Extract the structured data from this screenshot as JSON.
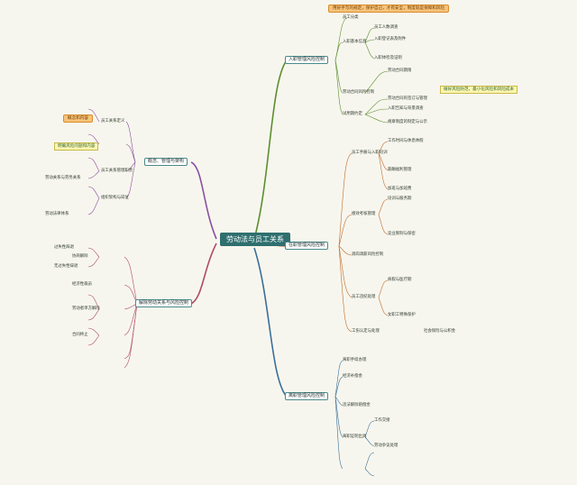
{
  "root": "劳动法与员工关系",
  "branches": {
    "b1": "入职管理风险控制",
    "b2": "在职管理风险控制",
    "b3": "离职管理风险控制",
    "b4": "概念、管理与架构",
    "b5": "解除劳动关系与风险控制"
  },
  "callouts": {
    "c1": "用好手写的规定，保护自己，才有安全，制度就是保障和风险",
    "c2": "做好风险防范，最小化风险和风险成本",
    "c3": "概念和内容",
    "c4": "明确风险问题和内容"
  },
  "labels": [
    "员工分类",
    "入职基本信息",
    "员工人数调查",
    "入职登记表及附件",
    "入职体检及证明",
    "劳动合同风险控制",
    "劳动合同期限",
    "试用期约定",
    "劳动合同的签订与管理",
    "入职告知与背景调查",
    "规章制度的制定与公示",
    "员工手册与入职培训",
    "工作时间与休息休假",
    "薪酬福利管理",
    "加班与加班费",
    "绩效考核管理",
    "培训与服务期",
    "竞业限制与保密",
    "调岗调薪风险控制",
    "员工违纪处理",
    "病假与医疗期",
    "女职工特殊保护",
    "工伤认定与处理",
    "社会保险与公积金",
    "离职手续办理",
    "经济补偿金",
    "违法解除赔偿金",
    "离职证明出具",
    "工作交接",
    "劳动争议处理",
    "协商解除",
    "过失性辞退",
    "无过失性辞退",
    "经济性裁员",
    "劳动者单方解除",
    "合同终止",
    "员工关系定义",
    "员工关系管理职责",
    "组织架构与岗位",
    "劳动关系与劳务关系",
    "劳动法律体系"
  ]
}
